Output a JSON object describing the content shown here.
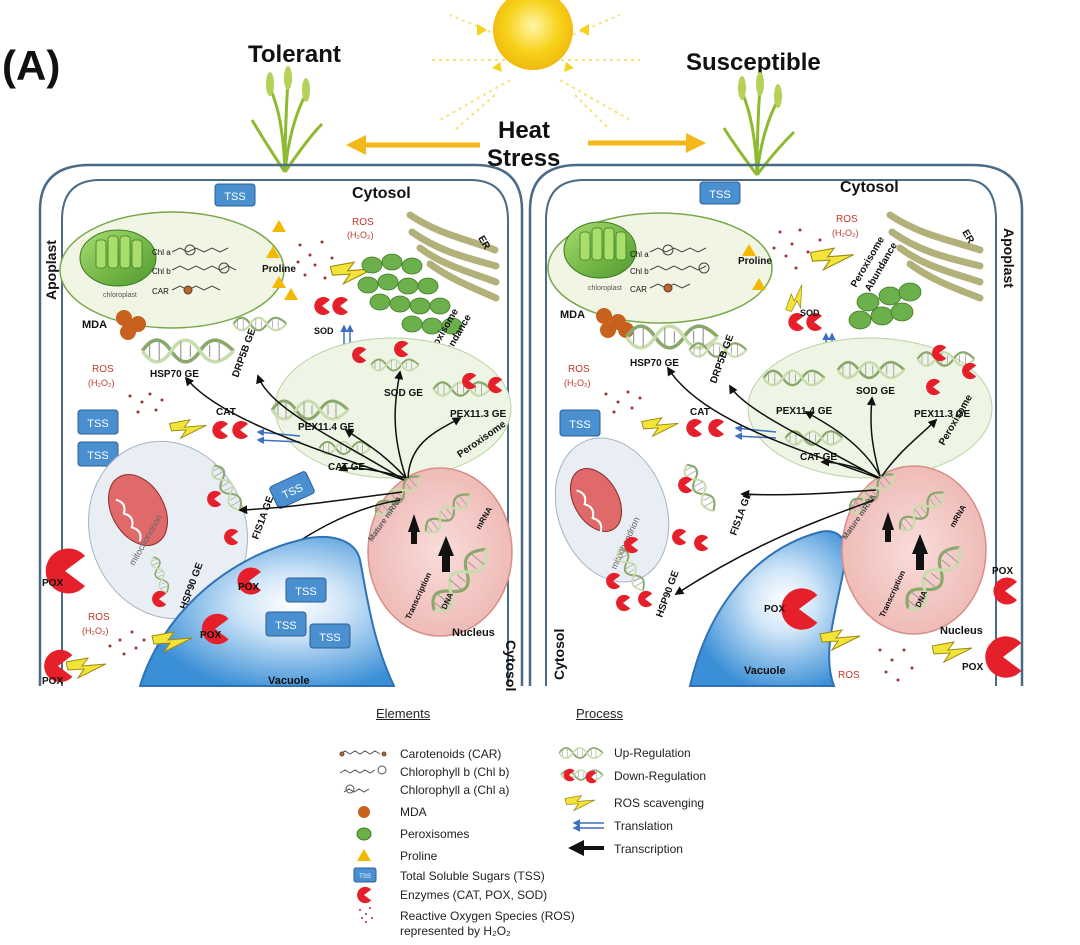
{
  "panel_label": "(A)",
  "top": {
    "tolerant": "Tolerant",
    "susceptible": "Susceptible",
    "stress_line1": "Heat",
    "stress_line2": "Stress"
  },
  "left_cell": {
    "cytosol": "Cytosol",
    "apoplast": "Apoplast",
    "cytosol_side": "Cytosol",
    "chloroplast": "chloroplast",
    "chl_a": "Chl a",
    "chl_b": "Chl b",
    "car": "CAR",
    "proline": "Proline",
    "mda": "MDA",
    "ros_top": "ROS",
    "h2o2_top": "(H₂O₂)",
    "er": "ER",
    "sod": "SOD",
    "peroxisome_abundance_1": "Peroxisome",
    "peroxisome_abundance_2": "Abundance",
    "ros_left": "ROS",
    "h2o2_left": "(H₂O₂)",
    "hsp70": "HSP70 GE",
    "drp5b": "DRP5B GE",
    "sod_ge": "SOD GE",
    "pex114": "PEX11.4 GE",
    "pex113": "PEX11.3 GE",
    "peroxisome": "Peroxisome",
    "cat": "CAT",
    "cat_ge": "CAT GE",
    "tss": "TSS",
    "mitochondrion": "mitochondrion",
    "fis1a": "FIS1A GE",
    "hsp90": "HSP90 GE",
    "pox": "POX",
    "mature_mrna": "Mature mRNA",
    "mrna": "mRNA",
    "transcription": "Transcription",
    "dna": "DNA",
    "nucleus": "Nucleus",
    "vacuole": "Vacuole",
    "ros_bottom": "ROS",
    "h2o2_bottom": "(H₂O₂)",
    "pox_corner": "POX"
  },
  "right_cell": {
    "cytosol": "Cytosol",
    "apoplast": "Apoplast",
    "cytosol_side": "Cytosol",
    "chloroplast": "chloroplast",
    "chl_a": "Chl a",
    "chl_b": "Chl b",
    "car": "CAR",
    "proline": "Proline",
    "mda": "MDA",
    "ros_top": "ROS",
    "h2o2_top": "(H₂O₂)",
    "er": "ER",
    "sod": "SOD",
    "peroxisome_abundance_1": "Peroxisome",
    "peroxisome_abundance_2": "Abundance",
    "ros_left": "ROS",
    "h2o2_left": "(H₂O₂)",
    "hsp70": "HSP70 GE",
    "drp5b": "DRP5B GE",
    "sod_ge": "SOD GE",
    "pex114": "PEX11.4 GE",
    "pex113": "PEX11.3 GE",
    "peroxisome": "Peroxisome",
    "cat": "CAT",
    "cat_ge": "CAT GE",
    "tss": "TSS",
    "mitochondrion": "mitochondrion",
    "fis1a": "FIS1A GE",
    "hsp90": "HSP90 GE",
    "pox": "POX",
    "mature_mrna": "Mature mRNA",
    "mrna": "mRNA",
    "transcription": "Transcription",
    "dna": "DNA",
    "nucleus": "Nucleus",
    "vacuole": "Vacuole",
    "ros_bottom": "ROS",
    "pox_bottom_right": "POX",
    "pox_right": "POX"
  },
  "legend": {
    "elements_title": "Elements",
    "process_title": "Process",
    "elements": [
      "Carotenoids (CAR)",
      "Chlorophyll b (Chl b)",
      "Chlorophyll a (Chl a)",
      "MDA",
      "Peroxisomes",
      "Proline",
      "Total Soluble Sugars (TSS)",
      "Enzymes (CAT, POX, SOD)",
      "Reactive Oxygen Species (ROS)",
      "represented by H₂O₂"
    ],
    "tss_icon_text": "TSS",
    "process": [
      "Up-Regulation",
      "Down-Regulation",
      "ROS scavenging",
      "Translation",
      "Transcription"
    ]
  },
  "colors": {
    "sun": "#f7d21a",
    "heat_arrow": "#f2b81b",
    "plant": "#9cc23a",
    "chloroplast": "#7ac143",
    "proline": "#f5b800",
    "mda": "#c8601e",
    "peroxisome": "#6bb04a",
    "er": "#b3b17a",
    "enzyme": "#e5202a",
    "tss": "#4a90d0",
    "vacuole": "#3a8fd6",
    "nucleus": "#f2c8c6",
    "ros": "#c0392b",
    "gene_green": "#a4c98a"
  }
}
